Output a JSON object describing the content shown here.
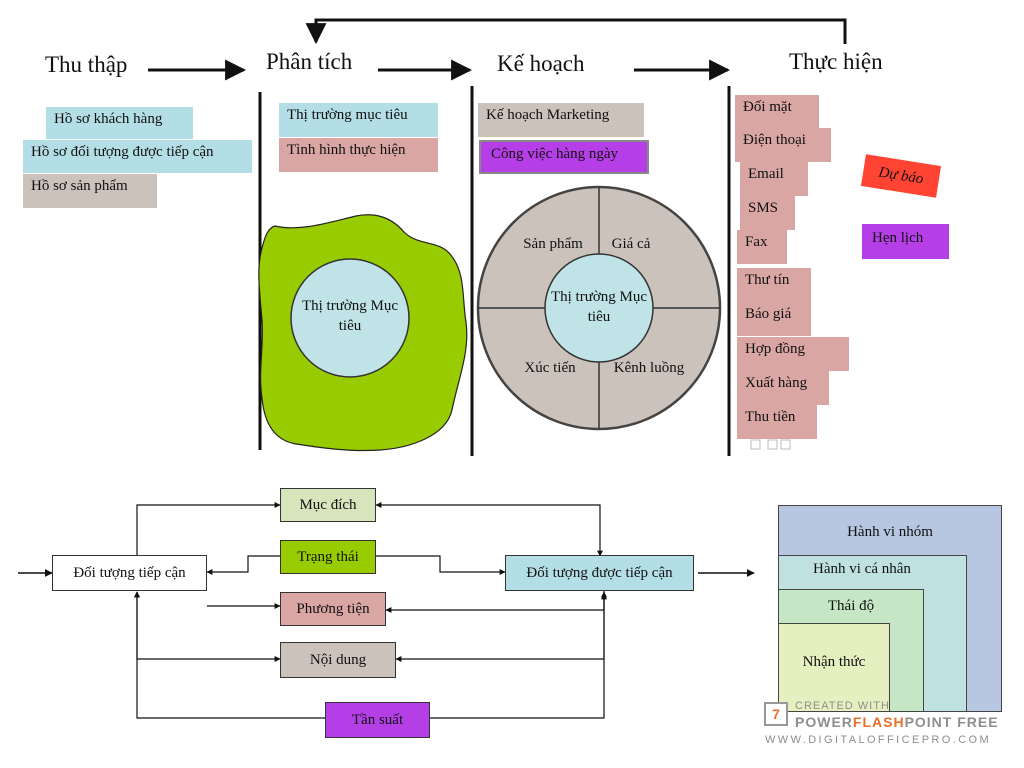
{
  "headers": {
    "collect": "Thu thập",
    "analyze": "Phân tích",
    "plan": "Kế hoạch",
    "execute": "Thực hiện"
  },
  "collect_items": [
    "Hồ sơ khách hàng",
    "Hồ sơ đối tượng được tiếp cận",
    "Hồ sơ sản phẩm"
  ],
  "analyze_items": [
    "Thị trường mục tiêu",
    "Tình hình thực hiện"
  ],
  "analyze_center": "Thị trường Mục tiêu",
  "plan_items": [
    "Kế hoạch Marketing",
    "Công việc hàng ngày"
  ],
  "plan_wheel": {
    "center": "Thị trường Mục tiêu",
    "top_left": "Sản phẩm",
    "top_right": "Giá cả",
    "bottom_left": "Xúc tiến",
    "bottom_right": "Kênh luồng"
  },
  "execute_items": [
    "Đối mặt",
    "Điện thoại",
    "Email",
    "SMS",
    "Fax",
    "Thư tín",
    "Báo giá",
    "Hợp đồng",
    "Xuất hàng",
    "Thu tiền"
  ],
  "execute_side": [
    "Dự báo",
    "Hẹn lịch"
  ],
  "flow": {
    "source": "Đối tượng tiếp cận",
    "target": "Đối tượng được tiếp cận",
    "purpose": "Mục đích",
    "status": "Trạng thái",
    "means": "Phương tiện",
    "content": "Nội dung",
    "frequency": "Tần suất"
  },
  "nested": [
    "Hành vi nhóm",
    "Hành vi cá nhân",
    "Thái độ",
    "Nhận thức"
  ],
  "watermark": {
    "line1": "CREATED WITH",
    "line2_a": "POWER",
    "line2_b": "FLASH",
    "line2_c": "POINT FREE",
    "line3": "WWW.DIGITALOFFICEPRO.COM"
  },
  "colors": {
    "cyan": "#b3dee6",
    "gray": "#cbc3bb",
    "pink": "#d9a6a4",
    "purple": "#b63ee6",
    "green": "#99cc00",
    "lightgreen": "#d8e4bc",
    "orange_red": "#ff4433",
    "blue": "#b7c7e2",
    "teal": "#bfe2e0",
    "mint": "#c5e7c5",
    "pale": "#e5efbf",
    "watermark_accent": "#e8702a"
  }
}
